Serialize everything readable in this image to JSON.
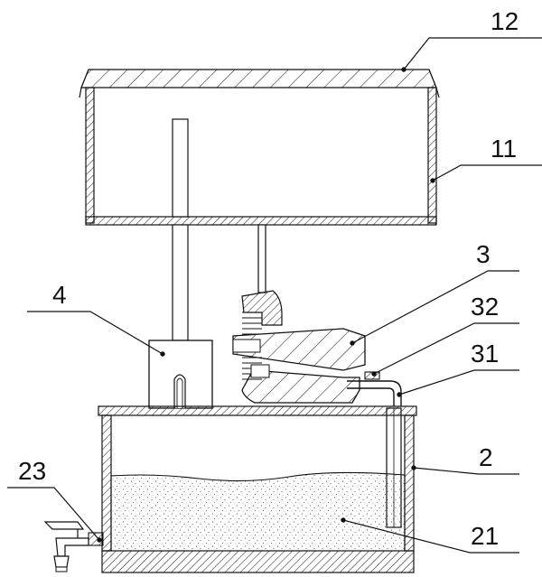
{
  "labels": {
    "l12": "12",
    "l11": "11",
    "l3": "3",
    "l32": "32",
    "l4": "4",
    "l31": "31",
    "l2": "2",
    "l23": "23",
    "l21": "21"
  },
  "colors": {
    "line": "#111111",
    "hatch": "#111111",
    "background": "#ffffff"
  }
}
